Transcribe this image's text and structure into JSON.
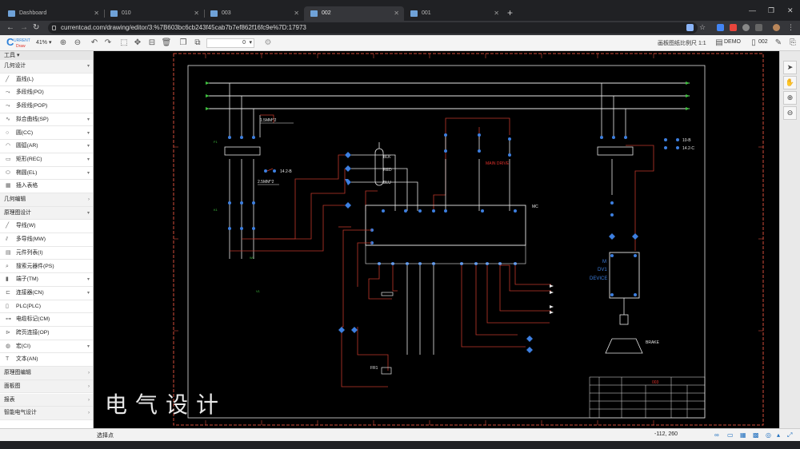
{
  "browser": {
    "tabs": [
      {
        "title": "Dashboard"
      },
      {
        "title": "010"
      },
      {
        "title": "003"
      },
      {
        "title": "002",
        "active": true
      },
      {
        "title": "001"
      }
    ],
    "url": "currentcad.com/drawing/editor/3:%7B603bc6cb243f45cab7b7ef862f16fc9e%7D:17973"
  },
  "toolbar": {
    "logo_top": "URRENT",
    "logo_bottom": "Draw",
    "zoom": "41%",
    "line_value": "0",
    "scale_label": "画板图纸比例尺 1:1",
    "user": "DEMO",
    "page": "002"
  },
  "sidebar": {
    "header": "工具",
    "rows": [
      {
        "label": "几何设计",
        "type": "section",
        "arrow": "▾"
      },
      {
        "label": "直线(L)",
        "type": "item",
        "icon": "line-icon"
      },
      {
        "label": "多段线(PO)",
        "type": "item",
        "icon": "polyline-icon"
      },
      {
        "label": "多段线(POP)",
        "type": "item",
        "icon": "polyline-icon"
      },
      {
        "label": "拟合曲线(SP)",
        "type": "item",
        "icon": "spline-icon",
        "arrow": "▾"
      },
      {
        "label": "圆(CC)",
        "type": "item",
        "icon": "circle-icon",
        "arrow": "▾"
      },
      {
        "label": "圆弧(AR)",
        "type": "item",
        "icon": "arc-icon",
        "arrow": "▾"
      },
      {
        "label": "矩形(REC)",
        "type": "item",
        "icon": "rectangle-icon",
        "arrow": "▾"
      },
      {
        "label": "椭圆(EL)",
        "type": "item",
        "icon": "ellipse-icon",
        "arrow": "▾"
      },
      {
        "label": "插入表格",
        "type": "item",
        "icon": "table-icon"
      },
      {
        "label": "几何编辑",
        "type": "section",
        "arrow": "›"
      },
      {
        "label": "原理图设计",
        "type": "section",
        "arrow": "▾"
      },
      {
        "label": "导线(W)",
        "type": "item",
        "icon": "wire-icon"
      },
      {
        "label": "多导线(MW)",
        "type": "item",
        "icon": "multi-wire-icon"
      },
      {
        "label": "元件列表(I)",
        "type": "item",
        "icon": "component-list-icon"
      },
      {
        "label": "搜索元器件(PS)",
        "type": "item",
        "icon": "search-component-icon"
      },
      {
        "label": "端子(TM)",
        "type": "item",
        "icon": "terminal-icon",
        "arrow": "▾"
      },
      {
        "label": "连接器(CN)",
        "type": "item",
        "icon": "connector-icon",
        "arrow": "▾"
      },
      {
        "label": "PLC(PLC)",
        "type": "item",
        "icon": "plc-icon"
      },
      {
        "label": "电缆标记(CM)",
        "type": "item",
        "icon": "cable-mark-icon"
      },
      {
        "label": "跨页连接(OP)",
        "type": "item",
        "icon": "off-page-icon"
      },
      {
        "label": "宏(CI)",
        "type": "item",
        "icon": "macro-icon",
        "arrow": "▾"
      },
      {
        "label": "文本(AN)",
        "type": "item",
        "icon": "text-icon"
      },
      {
        "label": "原理图编辑",
        "type": "section",
        "arrow": "›"
      },
      {
        "label": "面板图",
        "type": "section",
        "arrow": "›"
      },
      {
        "label": "报表",
        "type": "section",
        "arrow": "›"
      },
      {
        "label": "智能电气设计",
        "type": "section",
        "arrow": "›"
      }
    ]
  },
  "drawing": {
    "labels": {
      "cable1": "1.5MM^2",
      "cable2": "2.5MM^2",
      "ref1": "14.2-B",
      "ref2": "10-B",
      "ref3": "14.2-C",
      "blk": "BLK",
      "red": "RED",
      "blu": "BLU",
      "main_drive": "MAIN DRIVE",
      "mc": "MC",
      "device_m": "M",
      "device_dv": "DV1",
      "device": "DEVICE",
      "brake": "BRAKE",
      "fr1": "FR1",
      "title_block_no": "003"
    }
  },
  "watermark": "电气设计",
  "status": {
    "text": "选择点",
    "coords": "-112, 260"
  },
  "colors": {
    "wire_white": "#e6e6e6",
    "wire_red": "#c0392b",
    "frame_red": "#d24b3a",
    "node_blue": "#3d7fe0",
    "label_green": "#3fbf3f",
    "accent": "#2b7fd8"
  }
}
